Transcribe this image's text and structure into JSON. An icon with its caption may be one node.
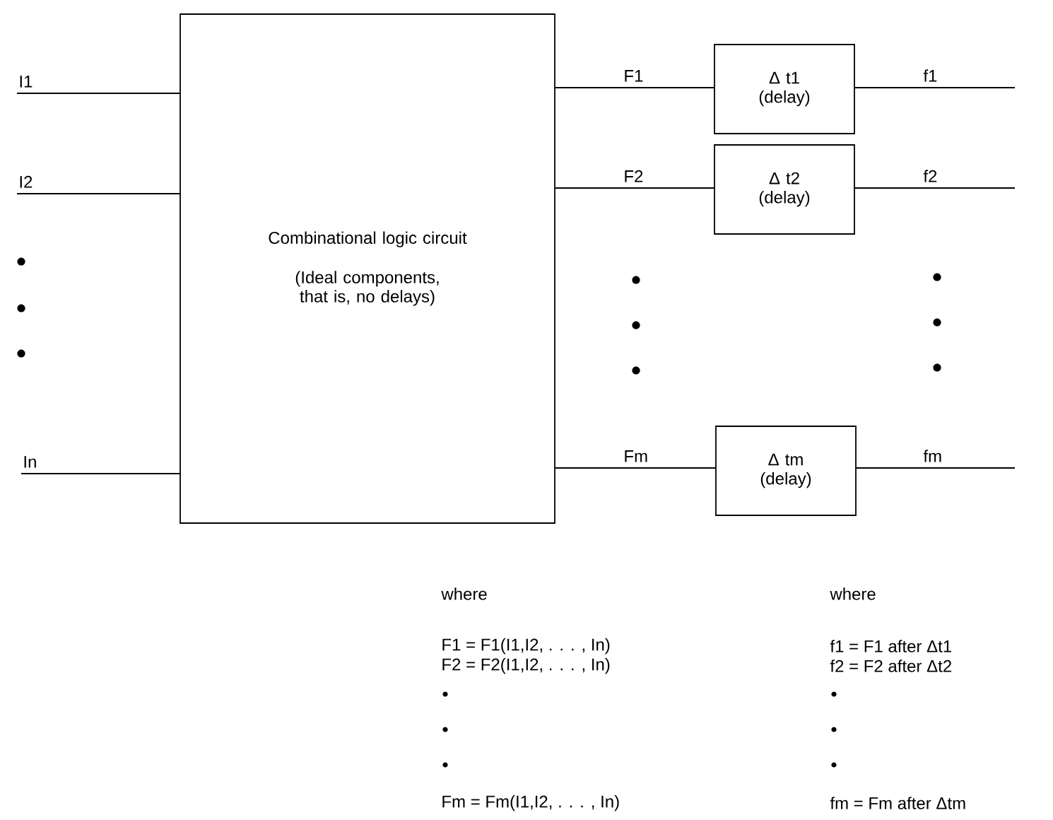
{
  "diagram": {
    "nodes": [
      {
        "text": [
          "Combinational logic circuit",
          "(Ideal components, that is, no delays)"
        ]
      },
      {
        "text": [
          "Δ t1",
          "(delay)"
        ]
      },
      {
        "text": [
          "Δ t2",
          "(delay)"
        ]
      },
      {
        "text": [
          "Δ tm",
          "(delay)"
        ]
      }
    ],
    "edges": [
      {
        "from": null,
        "to": 0,
        "arrow": "none",
        "label": "I1"
      },
      {
        "from": null,
        "to": 0,
        "arrow": "none",
        "label": "I2"
      },
      {
        "from": null,
        "to": 0,
        "arrow": "none",
        "label": "In"
      },
      {
        "from": 0,
        "to": 1,
        "arrow": "none",
        "label": "F1"
      },
      {
        "from": 0,
        "to": 2,
        "arrow": "none",
        "label": "F2"
      },
      {
        "from": 0,
        "to": 3,
        "arrow": "none",
        "label": "Fm"
      },
      {
        "from": 1,
        "to": null,
        "arrow": "none",
        "label": "f1"
      },
      {
        "from": 2,
        "to": null,
        "arrow": "none",
        "label": "f2"
      },
      {
        "from": 3,
        "to": null,
        "arrow": "none",
        "label": "fm"
      }
    ],
    "labels": [
      "where",
      "F1  = F1(I1,I2, . . . , In)",
      "F2  = F2(I1,I2, . . . , In)",
      "Fm = Fm(I1,I2, . . . , In)",
      "where",
      "f1  = F1 after Δt1",
      "f2  = F2 after Δt2",
      "fm = Fm  after Δtm"
    ]
  }
}
